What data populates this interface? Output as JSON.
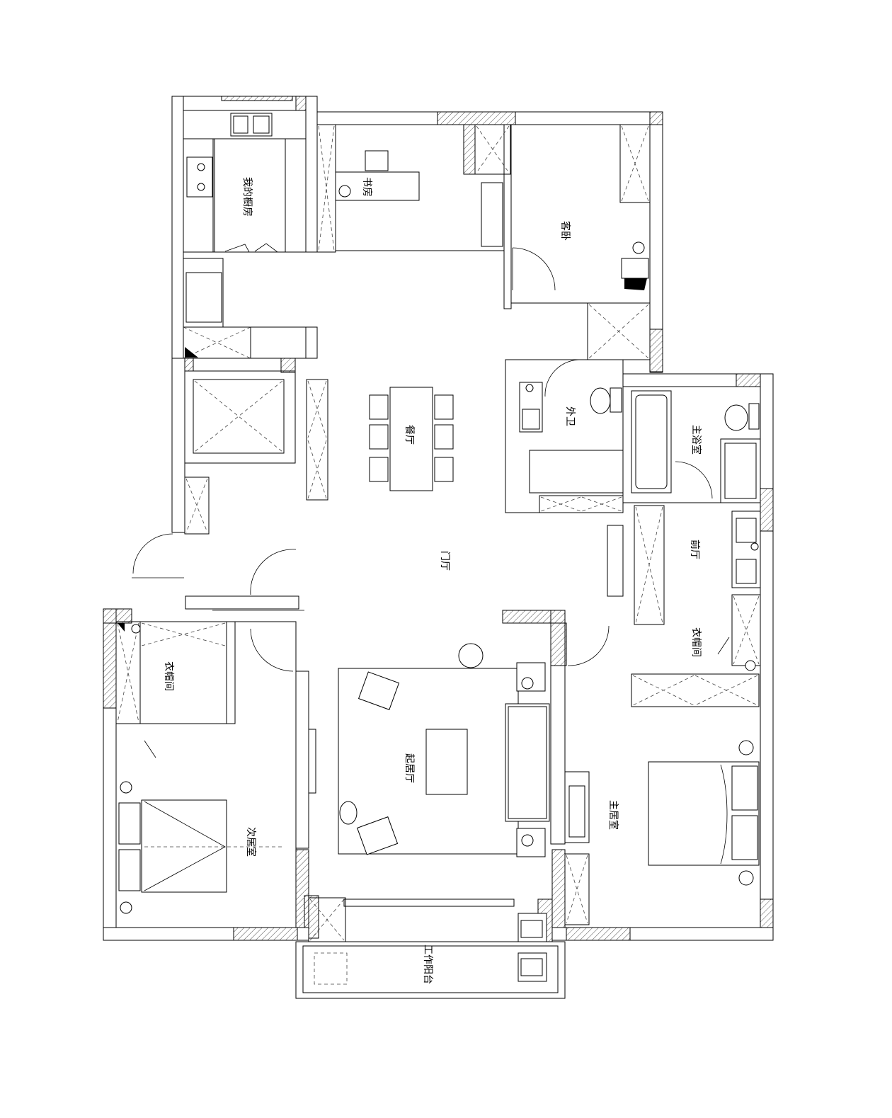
{
  "rooms": {
    "kitchen": "我的橱房",
    "study": "书房",
    "guest_bedroom": "客卧",
    "dining": "餐厅",
    "guest_bath": "外卫",
    "master_bath": "主浴室",
    "foyer": "门厅",
    "master_vanity": "前厅",
    "master_closet": "衣帽间",
    "second_closet": "衣帽间",
    "living": "起居厅",
    "second_bedroom": "次居室",
    "master_bedroom": "主居室",
    "utility_balcony": "工作阳台"
  }
}
